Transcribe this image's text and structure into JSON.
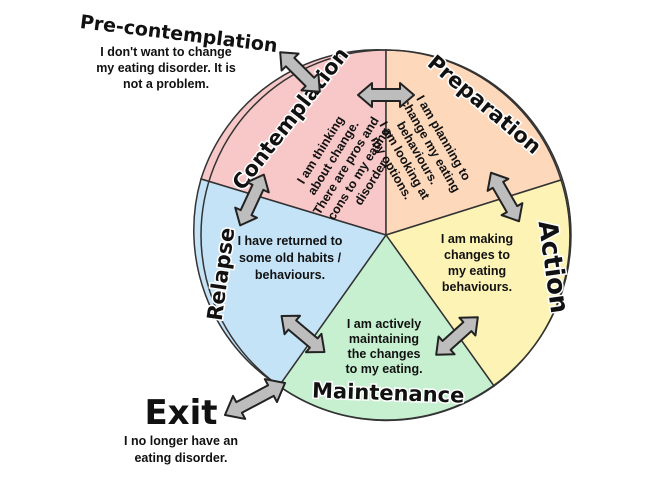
{
  "colors": {
    "contemplation": "#f8c7c7",
    "preparation": "#fdd8bb",
    "action": "#fdf3b5",
    "maintenance": "#c6f0d0",
    "relapse": "#c4e3f7",
    "arrow": "#bdbdbd",
    "outline": "#222222"
  },
  "stages": {
    "precontemplation": {
      "title": "Pre-contemplation",
      "lines": [
        "I don't want to change",
        "my eating disorder. It is",
        "not a problem."
      ]
    },
    "contemplation": {
      "title": "Contemplation",
      "lines": [
        "I am thinking",
        "about change.",
        "There are pros and",
        "cons to my eating",
        "disorder."
      ]
    },
    "preparation": {
      "title": "Preparation",
      "lines": [
        "I am planning to",
        "change my eating",
        "behaviours.",
        "I am looking at",
        "my options."
      ]
    },
    "action": {
      "title": "Action",
      "lines": [
        "I am making",
        "changes to",
        "my eating",
        "behaviours."
      ]
    },
    "maintenance": {
      "title": "Maintenance",
      "lines": [
        "I am actively",
        "maintaining",
        "the changes",
        "to my eating."
      ]
    },
    "relapse": {
      "title": "Relapse",
      "lines": [
        "I have returned to",
        "some old habits /",
        "behaviours."
      ]
    },
    "exit": {
      "title": "Exit",
      "lines": [
        "I no longer have an",
        "eating disorder."
      ]
    }
  }
}
